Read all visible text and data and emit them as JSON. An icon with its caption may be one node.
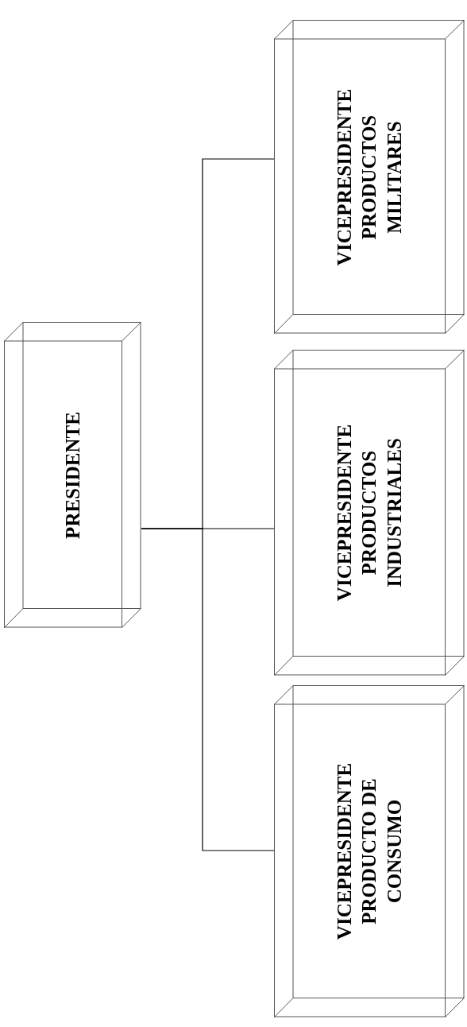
{
  "diagram": {
    "nodes": [
      {
        "text": [
          "PRESIDENTE"
        ]
      },
      {
        "text": [
          "VICEPRESIDENTE PRODUCTOS MILITARES"
        ]
      },
      {
        "text": [
          "VICEPRESIDENTE PRODUCTOS INDUSTRIALES"
        ]
      },
      {
        "text": [
          "VICEPRESIDENTE PRODUCTO DE CONSUMO"
        ]
      }
    ],
    "edges": [
      {
        "from": 0,
        "to": 1,
        "arrow": "none"
      },
      {
        "from": 0,
        "to": 2,
        "arrow": "none"
      },
      {
        "from": 0,
        "to": 3,
        "arrow": "none"
      }
    ]
  }
}
